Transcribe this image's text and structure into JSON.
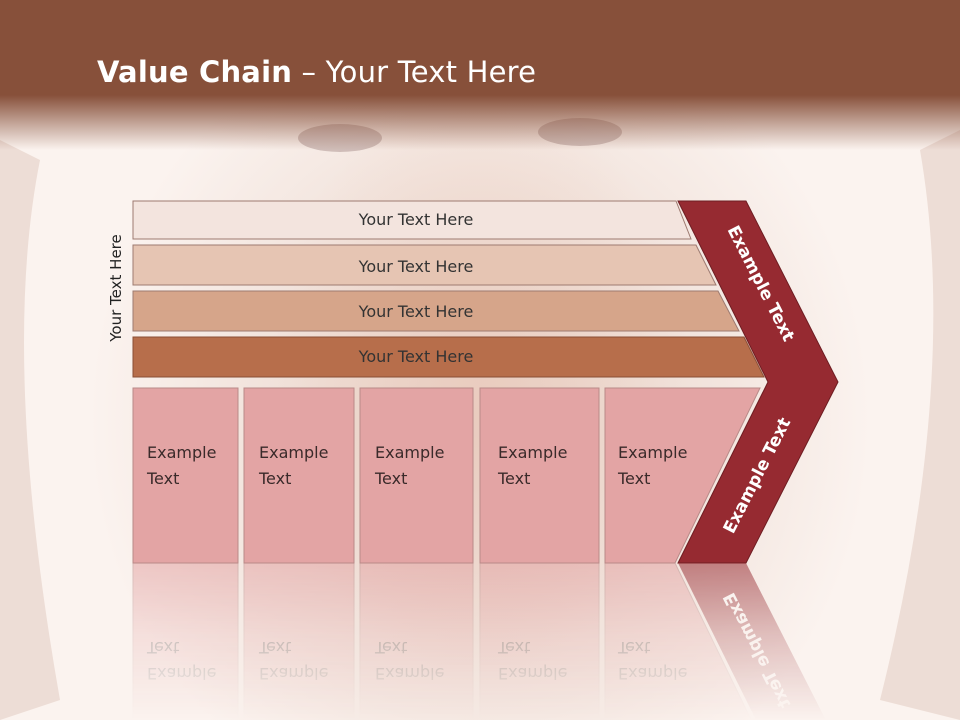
{
  "title": {
    "bold": "Value Chain",
    "rest": " – Your Text Here"
  },
  "vertical_label": "Your Text Here",
  "bars": [
    {
      "label": "Your Text Here",
      "color": "#f3e4de"
    },
    {
      "label": "Your Text Here",
      "color": "#e6c5b3"
    },
    {
      "label": "Your Text Here",
      "color": "#d6a58a"
    },
    {
      "label": "Your Text Here",
      "color": "#b76e4b"
    }
  ],
  "boxes": [
    {
      "line1": "Example",
      "line2": "Text"
    },
    {
      "line1": "Example",
      "line2": "Text"
    },
    {
      "line1": "Example",
      "line2": "Text"
    },
    {
      "line1": "Example",
      "line2": "Text"
    },
    {
      "line1": "Example",
      "line2": "Text"
    }
  ],
  "arrow_top_label": "Example Text",
  "arrow_bottom_label": "Example Text",
  "colors": {
    "header": "#87503a",
    "box": "#e3a4a4",
    "chevron": "#962a31",
    "background": "#fbf3ef"
  }
}
